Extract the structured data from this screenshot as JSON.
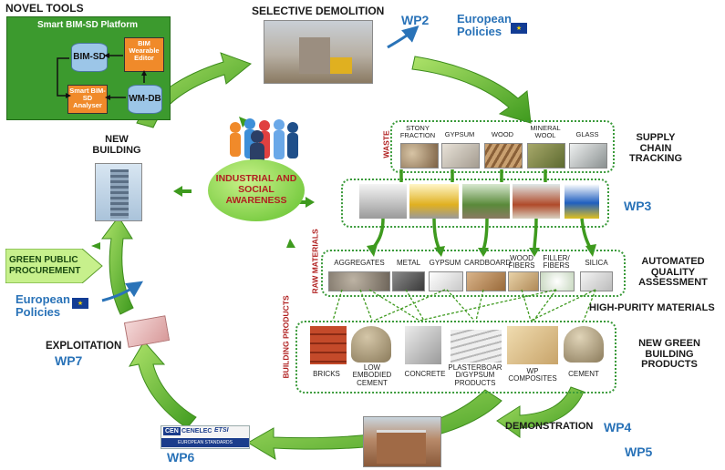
{
  "novel_tools": {
    "heading": "NOVEL TOOLS",
    "platform_title": "Smart BIM-SD Platform",
    "bim_sd": "BIM-SD",
    "wearable": "BIM Wearable Editor",
    "analyser": "Smart BIM-SD Analyser",
    "wm_db": "WM-DB"
  },
  "selective_demolition": "SELECTIVE DEMOLITION",
  "wp2": "WP2",
  "european_policies_top": "European Policies",
  "industrial_awareness": "INDUSTRIAL AND SOCIAL AWARENESS",
  "new_building": "NEW BUILDING",
  "green_public_procurement": "GREEN PUBLIC PROCUREMENT",
  "european_policies_left": "European Policies",
  "exploitation": "EXPLOITATION",
  "wp7": "WP7",
  "wp6": "WP6",
  "standards": {
    "cen": "CEN",
    "cenelec": "CENELEC",
    "etsi": "ETSI",
    "banner": "EUROPEAN STANDARDS ORGANIZATIONS"
  },
  "demonstration": "DEMONSTRATION",
  "wp4": "WP4",
  "wp5": "WP5",
  "waste": {
    "tag": "WASTE",
    "items": [
      "STONY FRACTION",
      "GYPSUM",
      "WOOD",
      "MINERAL WOOL",
      "GLASS"
    ]
  },
  "supply_chain": "SUPPLY CHAIN TRACKING",
  "wp3": "WP3",
  "raw_materials": {
    "tag": "RAW MATERIALS",
    "items": [
      "AGGREGATES",
      "METAL",
      "GYPSUM",
      "CARDBOARD",
      "WOOD FIBERS",
      "FILLER/ FIBERS",
      "SILICA"
    ]
  },
  "automated_quality": "AUTOMATED QUALITY ASSESSMENT",
  "high_purity": "HIGH-PURITY MATERIALS",
  "building_products": {
    "tag": "BUILDING PRODUCTS",
    "items": [
      "BRICKS",
      "LOW EMBODIED CEMENT",
      "CONCRETE",
      "PLASTERBOAR D/GYPSUM PRODUCTS",
      "WP COMPOSITES",
      "CEMENT"
    ]
  },
  "new_green_products": "NEW GREEN BUILDING PRODUCTS",
  "colors": {
    "arrow_green": "#5cb82e",
    "tools_green": "#3c9a2e",
    "label_red": "#b02020",
    "wp_blue": "#2a73b8"
  }
}
